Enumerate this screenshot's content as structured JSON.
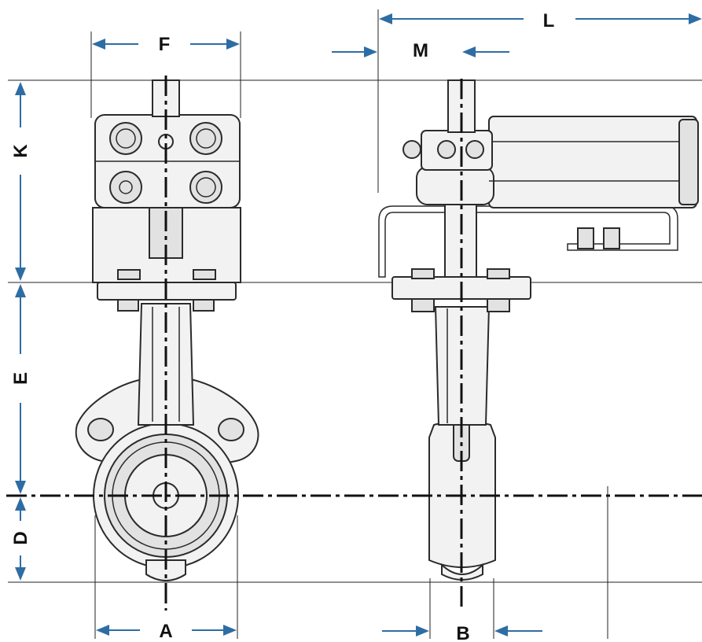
{
  "dimensions": {
    "A": "A",
    "B": "B",
    "D": "D",
    "E": "E",
    "F": "F",
    "K": "K",
    "L": "L",
    "M": "M"
  },
  "colors": {
    "arrow": "#2e6da4",
    "line": "#222222",
    "part_fill": "#f2f2f2",
    "part_shade": "#e2e2e2"
  }
}
